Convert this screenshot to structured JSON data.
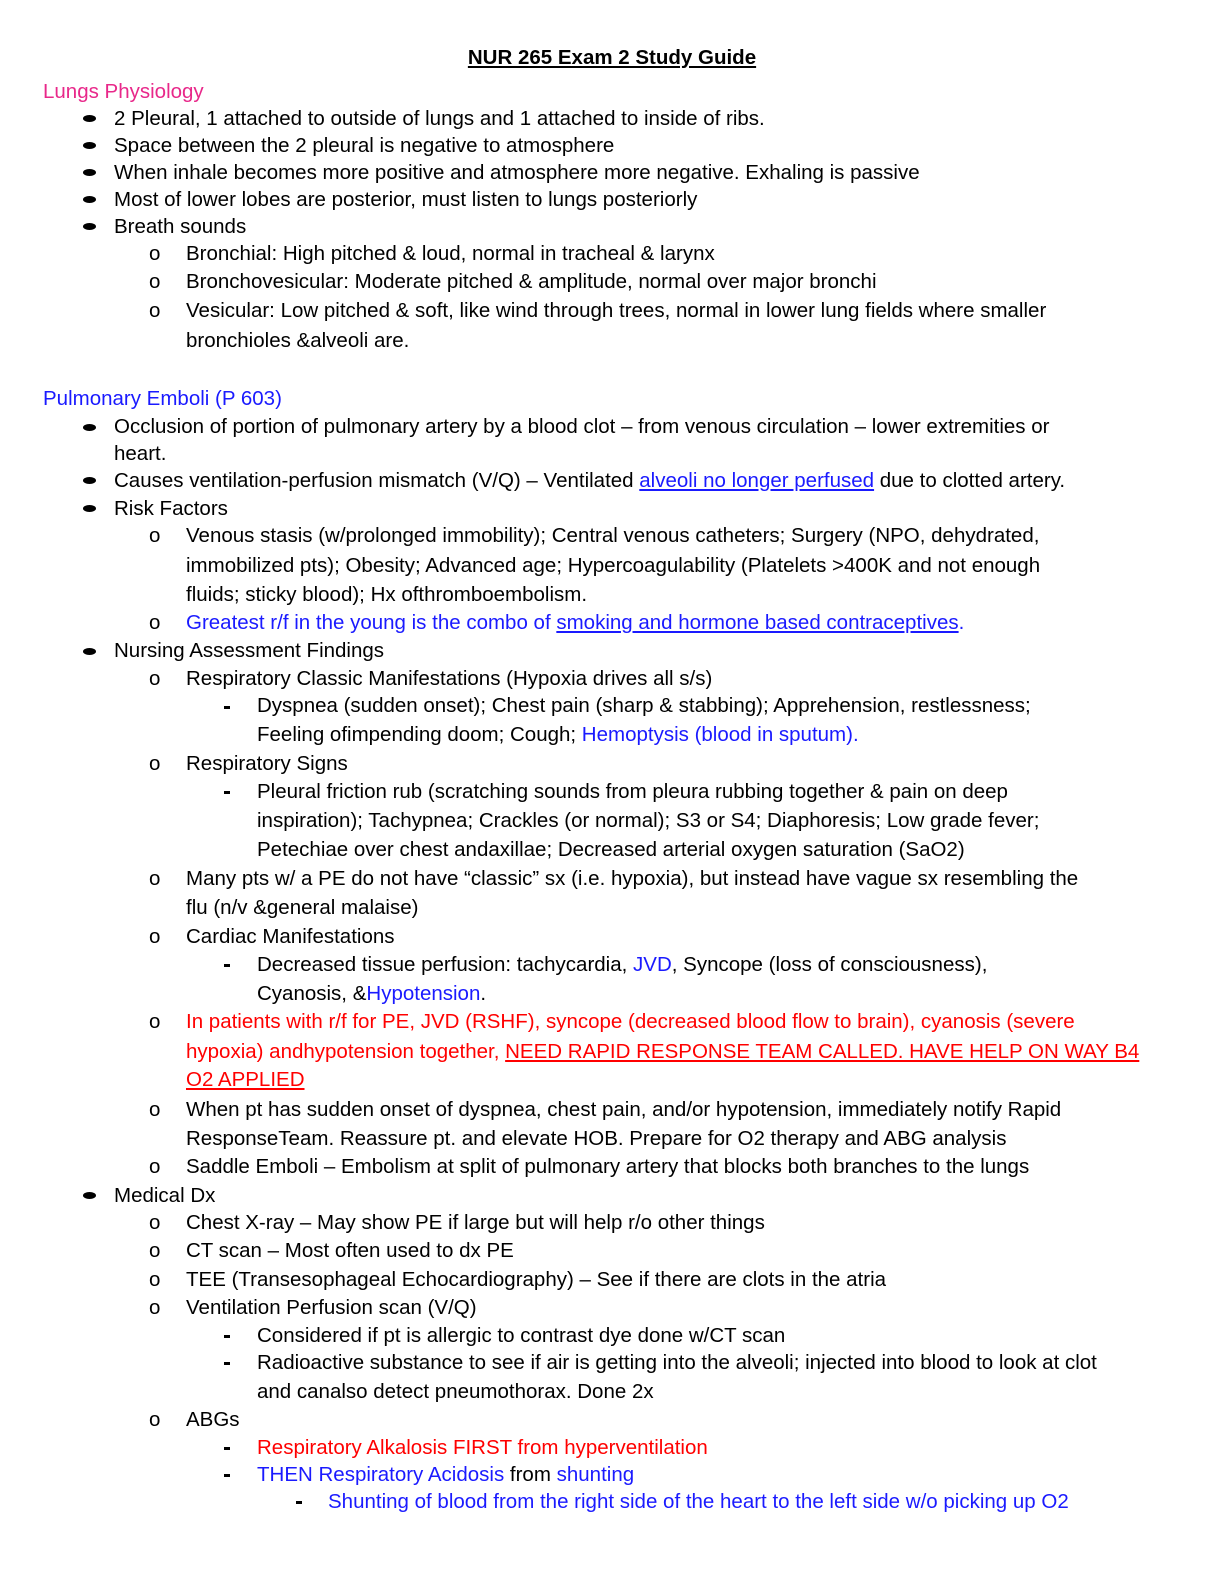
{
  "title": "NUR 265 Exam 2 Study Guide",
  "sections": {
    "lungs": {
      "heading": "Lungs Physiology",
      "b1": "2 Pleural, 1 attached to outside of lungs and 1 attached to inside of ribs.",
      "b2": "Space between the 2 pleural is negative to atmosphere",
      "b3": "When inhale becomes more positive and atmosphere more negative. Exhaling is passive",
      "b4": "Most of lower lobes are posterior, must listen to lungs posteriorly",
      "b5": "Breath sounds",
      "o1": "Bronchial: High pitched & loud, normal in tracheal & larynx",
      "o2": "Bronchovesicular: Moderate pitched & amplitude, normal over major bronchi",
      "o3a": "Vesicular: Low pitched & soft, like wind through trees, normal in lower lung fields where smaller",
      "o3b": "bronchioles  &alveoli are."
    },
    "pe": {
      "heading": "Pulmonary Emboli (P 603)",
      "b1a": "Occlusion of portion of pulmonary artery by a blood clot – from venous circulation – lower extremities or",
      "b1b": "heart.",
      "b2_pre": "Causes ventilation-perfusion mismatch (V/Q) – Ventilated ",
      "b2_link": "alveoli no longer perfused",
      "b2_post": " due to clotted artery.",
      "b3": "Risk Factors",
      "rf1a": "Venous stasis (w/prolonged immobility); Central venous catheters; Surgery (NPO, dehydrated,",
      "rf1b": "immobilized pts); Obesity; Advanced age; Hypercoagulability (Platelets >400K and not enough",
      "rf1c": "fluids; sticky blood); Hx ofthromboembolism.",
      "rf2_pre": "Greatest r/f in the young is the combo of ",
      "rf2_link": "smoking and hormone based contraceptives",
      "rf2_post": ".",
      "b4": "Nursing Assessment Findings",
      "na1": "Respiratory Classic Manifestations (Hypoxia drives all s/s)",
      "na1d1a": "Dyspnea (sudden onset); Chest pain (sharp & stabbing); Apprehension, restlessness;",
      "na1d1b_pre": "Feeling ofimpending doom; Cough; ",
      "na1d1b_blue": "Hemoptysis (blood in sputum).",
      "na2": "Respiratory Signs",
      "na2d1a": "Pleural friction rub (scratching sounds from pleura rubbing together & pain on deep",
      "na2d1b": "inspiration); Tachypnea; Crackles (or normal); S3 or S4; Diaphoresis; Low grade fever;",
      "na2d1c": "Petechiae over chest andaxillae; Decreased arterial oxygen saturation (SaO2)",
      "na3a": "Many pts w/ a PE do not have “classic” sx (i.e. hypoxia), but instead have vague sx resembling the",
      "na3b": "flu (n/v &general malaise)",
      "na4": "Cardiac Manifestations",
      "na4d1a_pre": "Decreased tissue perfusion: tachycardia, ",
      "na4d1a_blue": "JVD",
      "na4d1a_post": ", Syncope (loss of consciousness),",
      "na4d1b_pre": "Cyanosis, &",
      "na4d1b_blue": "Hypotension",
      "na4d1b_post": ".",
      "na5a": "In patients with r/f for PE, JVD (RSHF), syncope (decreased blood flow to brain), cyanosis (severe",
      "na5b_pre": "hypoxia) andhypotension together, ",
      "na5b_u": "NEED RAPID RESPONSE TEAM CALLED. HAVE HELP ON WAY B4",
      "na5c": "O2 APPLIED",
      "na6a": "When pt has sudden onset of dyspnea, chest pain, and/or hypotension, immediately notify Rapid",
      "na6b": "ResponseTeam. Reassure pt. and elevate HOB. Prepare for O2 therapy and ABG analysis",
      "na7": "Saddle Emboli –  Embolism at split of pulmonary artery that blocks both branches to the lungs",
      "b5": "Medical Dx",
      "md1": "Chest X-ray – May show PE if large but will help r/o other things",
      "md2": "CT scan – Most often used to dx PE",
      "md3": "TEE  (Transesophageal Echocardiography) – See if there are clots in the atria",
      "md4": "Ventilation Perfusion scan (V/Q)",
      "md4d1": "Considered if pt is allergic to contrast dye done w/CT scan",
      "md4d2a": "Radioactive substance to see if air is getting into the alveoli; injected into blood to look at clot",
      "md4d2b": "and canalso detect pneumothorax. Done 2x",
      "md5": "ABGs",
      "md5d1": "Respiratory Alkalosis FIRST from hyperventilation",
      "md5d2_pre": "THEN Respiratory Acidosis",
      "md5d2_mid": " from ",
      "md5d2_post": "shunting",
      "md5d3": "Shunting of blood from the right side of the heart to the left side w/o picking up O2"
    }
  },
  "markers": {
    "sub": "o"
  },
  "colors": {
    "pink": "#e8288a",
    "blue": "#1a1aff",
    "red": "#ff0000"
  }
}
